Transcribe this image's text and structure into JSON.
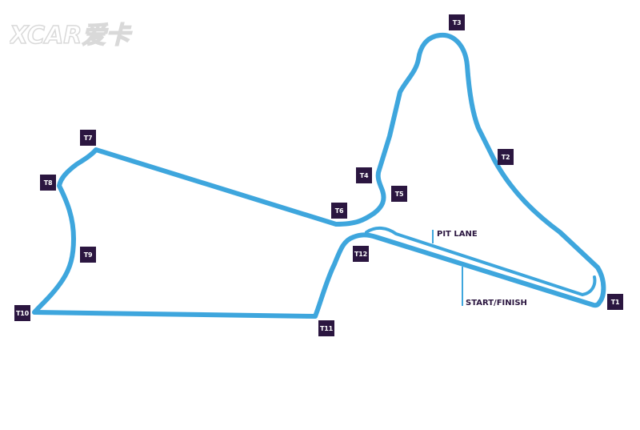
{
  "map": {
    "turns": [
      {
        "id": "t1",
        "label": "T1"
      },
      {
        "id": "t2",
        "label": "T2"
      },
      {
        "id": "t3",
        "label": "T3"
      },
      {
        "id": "t4",
        "label": "T4"
      },
      {
        "id": "t5",
        "label": "T5"
      },
      {
        "id": "t6",
        "label": "T6"
      },
      {
        "id": "t7",
        "label": "T7"
      },
      {
        "id": "t8",
        "label": "T8"
      },
      {
        "id": "t9",
        "label": "T9"
      },
      {
        "id": "t10",
        "label": "T10"
      },
      {
        "id": "t11",
        "label": "T11"
      },
      {
        "id": "t12",
        "label": "T12"
      }
    ],
    "pit_lane_label": "PIT LANE",
    "start_finish_label": "START/FINISH"
  },
  "watermark": {
    "text": "XCAR爱卡"
  },
  "colors": {
    "track": "#3ea6dd",
    "label_bg": "#2b1640",
    "label_text": "#ffffff",
    "pointer": "#3ea6dd"
  }
}
